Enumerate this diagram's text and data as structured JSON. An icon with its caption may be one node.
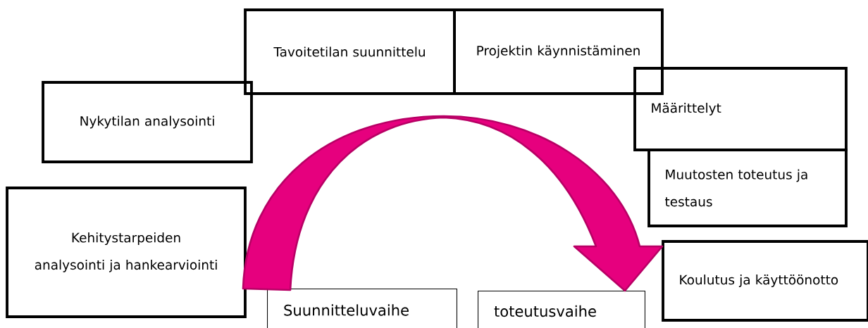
{
  "diagram": {
    "nodes": [
      {
        "text": [
          "Tavoitetilan suunnittelu"
        ]
      },
      {
        "text": [
          "Projektin käynnistäminen"
        ]
      },
      {
        "text": [
          "Nykytilan analysointi"
        ]
      },
      {
        "text": [
          "Määrittelyt"
        ]
      },
      {
        "text": [
          "Muutosten toteutus ja testaus"
        ]
      },
      {
        "text": [
          "Kehitystarpeiden analysointi ja hankearviointi"
        ]
      },
      {
        "text": [
          "Koulutus ja käyttöönotto"
        ]
      },
      {
        "text": [
          "Suunnitteluvaihe"
        ]
      },
      {
        "text": [
          "toteutusvaihe"
        ]
      }
    ],
    "edges": [
      {
        "from": 7,
        "to": 8,
        "arrow": "to",
        "color": "#e6007e"
      }
    ]
  }
}
